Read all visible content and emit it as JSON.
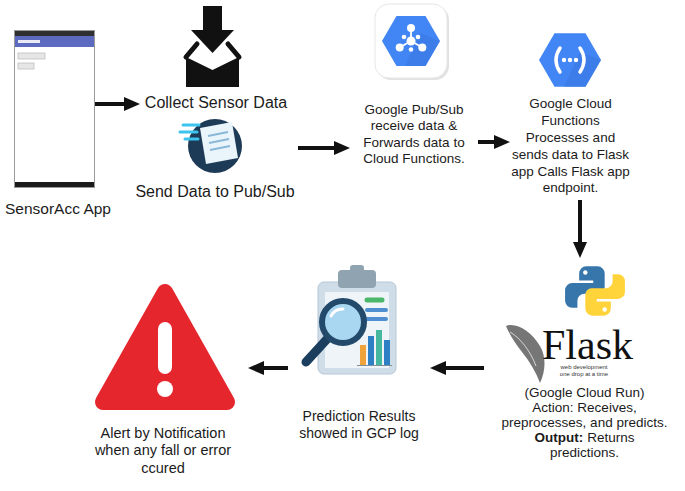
{
  "diagram": {
    "nodes": [
      {
        "text": [
          "SensorAcc App"
        ]
      },
      {
        "text": [
          "Collect Sensor Data"
        ]
      },
      {
        "text": [
          "Send Data to Pub/Sub"
        ]
      },
      {
        "text": [
          "Google Pub/Sub receive data & Forwards data to Cloud Functions."
        ]
      },
      {
        "text": [
          "Google Cloud Functions Processes and sends data to Flask app Calls Flask app endpoint."
        ]
      },
      {
        "text": [
          "(Google Cloud Run)",
          "Action: Receives, preprocesses, and predicts.",
          "Output:",
          "Returns predictions."
        ]
      },
      {
        "text": [
          "Prediction Results showed in GCP log"
        ]
      },
      {
        "text": [
          "Alert by Notification when any fall or error ccured"
        ]
      }
    ],
    "edges": [
      {
        "from": 0,
        "to": 1,
        "arrow": "to"
      },
      {
        "from": 2,
        "to": 3,
        "arrow": "to"
      },
      {
        "from": 3,
        "to": 4,
        "arrow": "to"
      },
      {
        "from": 4,
        "to": 5,
        "arrow": "to"
      },
      {
        "from": 5,
        "to": 6,
        "arrow": "to"
      },
      {
        "from": 6,
        "to": 7,
        "arrow": "to"
      }
    ],
    "labels": [
      "Flask",
      "web development one drop at a time"
    ]
  }
}
